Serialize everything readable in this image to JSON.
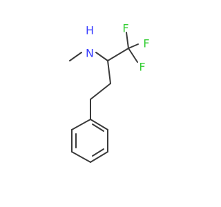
{
  "atoms": {
    "n": {
      "label": "N",
      "color": "#3a3fff"
    },
    "h_n": {
      "label": "H",
      "color": "#3a3fff"
    },
    "f1": {
      "label": "F",
      "color": "#32cd32"
    },
    "f2": {
      "label": "F",
      "color": "#32cd32"
    },
    "f3": {
      "label": "F",
      "color": "#32cd32"
    }
  },
  "colors": {
    "bond": "#3a3a3a",
    "background": "#ffffff"
  }
}
